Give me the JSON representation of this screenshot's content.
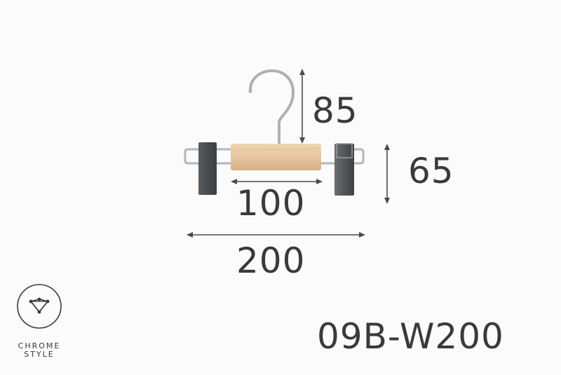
{
  "colors": {
    "background": "#fbfbfb",
    "text": "#3a3a3a",
    "arrow": "#4a4a4a",
    "wood": "#e6c7a2",
    "clip": "#4c4f52",
    "metal": "#b8babc"
  },
  "dimensions": {
    "hook_height": "85",
    "clip_height": "65",
    "wood_width": "100",
    "total_width": "200"
  },
  "product": {
    "model_code": "09B-W200"
  },
  "brand": {
    "line1": "CHROME",
    "line2": "STYLE",
    "icon": "diamond-logo-icon"
  }
}
